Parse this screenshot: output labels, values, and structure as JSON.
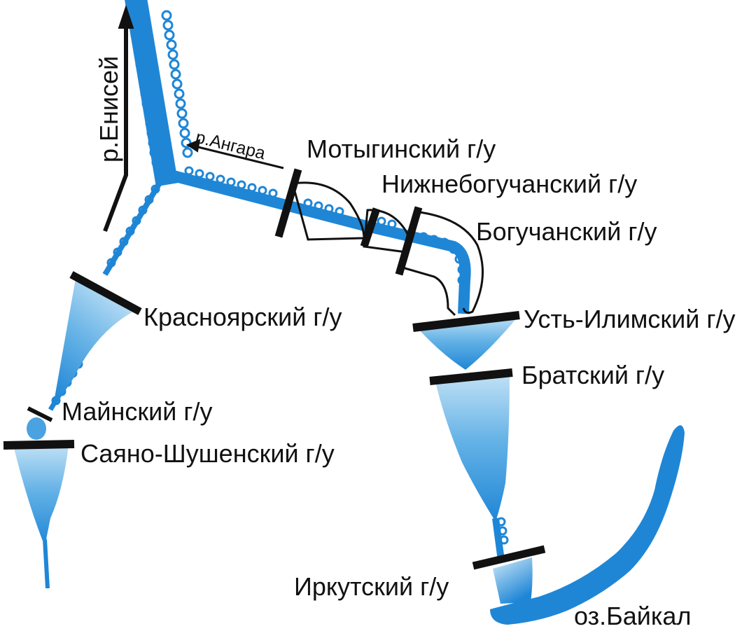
{
  "rivers": {
    "yenisei": "р.Енисей",
    "angara": "р.Ангара"
  },
  "stations": {
    "motyginsky": "Мотыгинский г/у",
    "nizhneboguchansky": "Нижнебогучанский г/у",
    "boguchansky": "Богучанский г/у",
    "krasnoyarsky": "Красноярский г/у",
    "ust_ilimsky": "Усть-Илимский г/у",
    "bratsky": "Братский г/у",
    "mainsky": "Майнский г/у",
    "sayano_shushensky": "Саяно-Шушенский г/у",
    "irkutsky": "Иркутский г/у"
  },
  "lake": "оз.Байкал",
  "colors": {
    "river": "#1f86d6",
    "reservoir_light": "#bfe0f5",
    "dam": "#111111",
    "text": "#111111"
  }
}
